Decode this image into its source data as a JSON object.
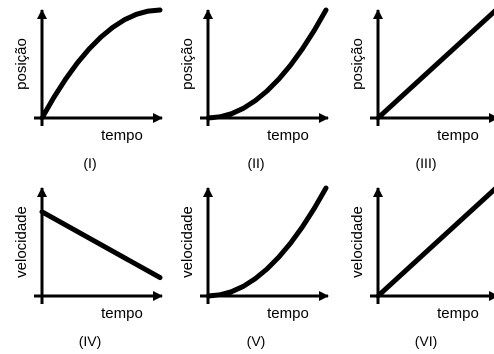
{
  "chart_data": [
    {
      "type": "line",
      "caption": "(I)",
      "ylabel": "posição",
      "xlabel": "tempo",
      "curve": "concave-down",
      "x": [
        0,
        0.1,
        0.2,
        0.3,
        0.4,
        0.5,
        0.6,
        0.7,
        0.8,
        0.9,
        1.0
      ],
      "y": [
        0,
        0.19,
        0.36,
        0.51,
        0.64,
        0.75,
        0.84,
        0.91,
        0.96,
        0.99,
        1.0
      ]
    },
    {
      "type": "line",
      "caption": "(II)",
      "ylabel": "posição",
      "xlabel": "tempo",
      "curve": "concave-up",
      "x": [
        0,
        0.1,
        0.2,
        0.3,
        0.4,
        0.5,
        0.6,
        0.7,
        0.8,
        0.9,
        1.0
      ],
      "y": [
        0,
        0.01,
        0.04,
        0.09,
        0.16,
        0.25,
        0.36,
        0.49,
        0.64,
        0.81,
        1.0
      ]
    },
    {
      "type": "line",
      "caption": "(III)",
      "ylabel": "posição",
      "xlabel": "tempo",
      "curve": "linear-increasing",
      "x": [
        0,
        1.0
      ],
      "y": [
        0,
        1.0
      ]
    },
    {
      "type": "line",
      "caption": "(IV)",
      "ylabel": "velocidade",
      "xlabel": "tempo",
      "curve": "linear-decreasing",
      "x": [
        0,
        1.0
      ],
      "y": [
        0.78,
        0.17
      ]
    },
    {
      "type": "line",
      "caption": "(V)",
      "ylabel": "velocidade",
      "xlabel": "tempo",
      "curve": "concave-up",
      "x": [
        0,
        0.1,
        0.2,
        0.3,
        0.4,
        0.5,
        0.6,
        0.7,
        0.8,
        0.9,
        1.0
      ],
      "y": [
        0,
        0.01,
        0.04,
        0.09,
        0.16,
        0.25,
        0.36,
        0.49,
        0.64,
        0.81,
        1.0
      ]
    },
    {
      "type": "line",
      "caption": "(VI)",
      "ylabel": "velocidade",
      "xlabel": "tempo",
      "curve": "linear-increasing",
      "x": [
        0,
        1.0
      ],
      "y": [
        0,
        1.0
      ]
    }
  ],
  "colors": {
    "ink": "#000000",
    "background": "#ffffff"
  }
}
